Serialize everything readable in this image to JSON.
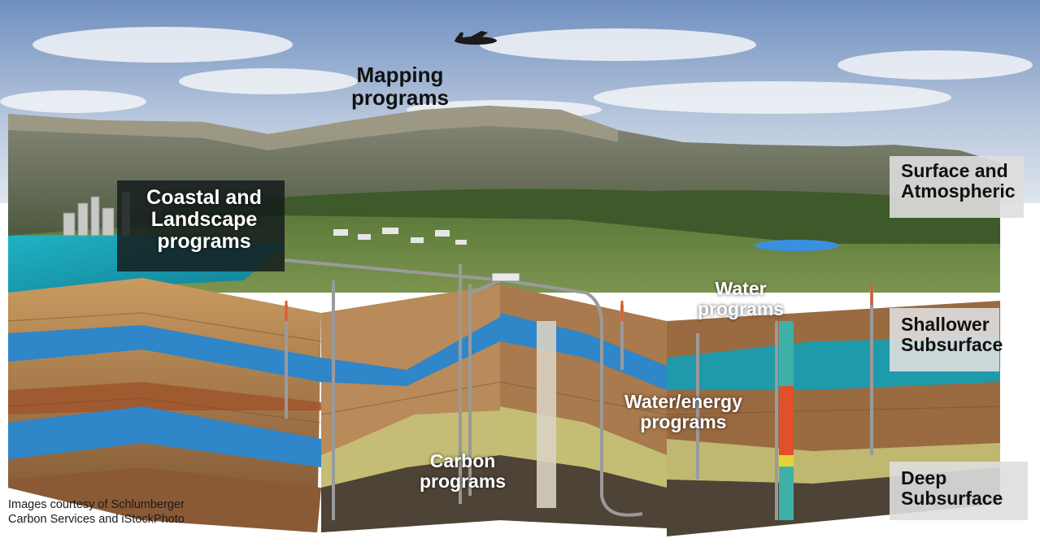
{
  "labels": {
    "mapping": [
      "Mapping",
      "programs"
    ],
    "coastal": [
      "Coastal and",
      "Landscape",
      "programs"
    ],
    "surface": [
      "Surface and",
      "Atmospheric"
    ],
    "shallower": [
      "Shallower",
      "Subsurface"
    ],
    "deep": [
      "Deep",
      "Subsurface"
    ],
    "water": [
      "Water",
      "programs"
    ],
    "water_energy": [
      "Water/energy",
      "programs"
    ],
    "carbon": [
      "Carbon",
      "programs"
    ]
  },
  "credit": [
    "Images courtesy of Schlumberger",
    "Carbon Services and iStockPhoto"
  ],
  "colors": {
    "sky_top": "#6f8fc0",
    "sky_bottom": "#dfe6ef",
    "mountain": "#6b6b5e",
    "forest": "#3e5a2a",
    "grass": "#7a8f4a",
    "sea": "#2aa6b8",
    "aquifer": "#2f86c8",
    "sand": "#d9b57a",
    "brown": "#8a5a36",
    "shale": "#5a4a3a",
    "label_box": "#dedede",
    "dark_box": "#141c1c"
  }
}
